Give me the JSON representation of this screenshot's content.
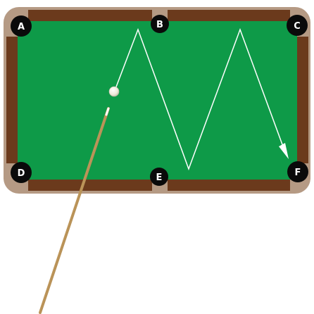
{
  "pockets": [
    {
      "label": "A"
    },
    {
      "label": "B"
    },
    {
      "label": "C"
    },
    {
      "label": "D"
    },
    {
      "label": "E"
    },
    {
      "label": "F"
    }
  ],
  "colors": {
    "felt": "#0e9a48",
    "rail": "#6b3a1c",
    "frame": "#b59a84",
    "pocket": "#0a0a0a",
    "pocket_label": "#ffffff",
    "shot_path": "#ffffff",
    "cue_ball": "#f4f1e6",
    "cue_stick_light": "#e6c07a",
    "cue_stick_dark": "#1a120a"
  },
  "shot": {
    "description_icon": "arrow-head-icon"
  }
}
